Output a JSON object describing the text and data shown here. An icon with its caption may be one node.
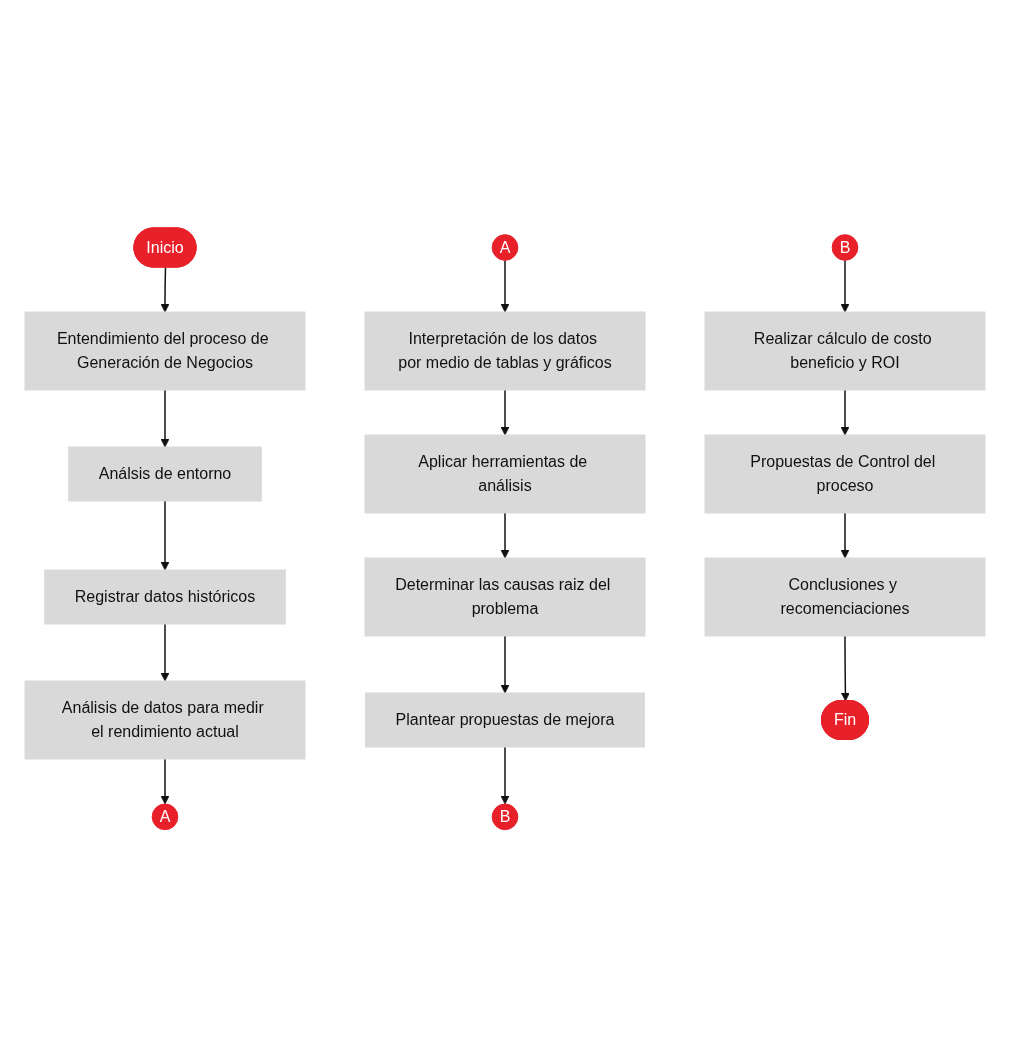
{
  "diagram": {
    "nodes": [
      {
        "text": [
          "Inicio"
        ]
      },
      {
        "text": [
          "Entendimiento del proceso de Generación de Negocios"
        ]
      },
      {
        "text": [
          "Análsis de entorno"
        ]
      },
      {
        "text": [
          "Registrar datos históricos"
        ]
      },
      {
        "text": [
          "Análisis de datos para medir el rendimiento actual"
        ]
      },
      {
        "text": [
          "A"
        ]
      },
      {
        "text": [
          "A"
        ]
      },
      {
        "text": [
          "Interpretación de los datos por medio de tablas y gráficos"
        ]
      },
      {
        "text": [
          "Aplicar herramientas de análisis"
        ]
      },
      {
        "text": [
          "Determinar las causas raiz del problema"
        ]
      },
      {
        "text": [
          "Plantear propuestas de mejora"
        ]
      },
      {
        "text": [
          "B"
        ]
      },
      {
        "text": [
          "B"
        ]
      },
      {
        "text": [
          "Realizar cálculo de costo beneficio y ROI"
        ]
      },
      {
        "text": [
          "Propuestas de Control del proceso"
        ]
      },
      {
        "text": [
          "Conclusiones y recomenciaciones"
        ]
      },
      {
        "text": [
          "Fin"
        ]
      }
    ],
    "edges": [
      {
        "from": 0,
        "to": 1,
        "arrow": "to"
      },
      {
        "from": 1,
        "to": 2,
        "arrow": "to"
      },
      {
        "from": 2,
        "to": 3,
        "arrow": "to"
      },
      {
        "from": 3,
        "to": 4,
        "arrow": "to"
      },
      {
        "from": 4,
        "to": 5,
        "arrow": "to"
      },
      {
        "from": 6,
        "to": 7,
        "arrow": "to"
      },
      {
        "from": 7,
        "to": 8,
        "arrow": "to"
      },
      {
        "from": 8,
        "to": 9,
        "arrow": "to"
      },
      {
        "from": 9,
        "to": 10,
        "arrow": "to"
      },
      {
        "from": 10,
        "to": 11,
        "arrow": "to"
      },
      {
        "from": 12,
        "to": 13,
        "arrow": "to"
      },
      {
        "from": 13,
        "to": 14,
        "arrow": "to"
      },
      {
        "from": 14,
        "to": 15,
        "arrow": "to"
      },
      {
        "from": 15,
        "to": 16,
        "arrow": "to"
      }
    ]
  }
}
